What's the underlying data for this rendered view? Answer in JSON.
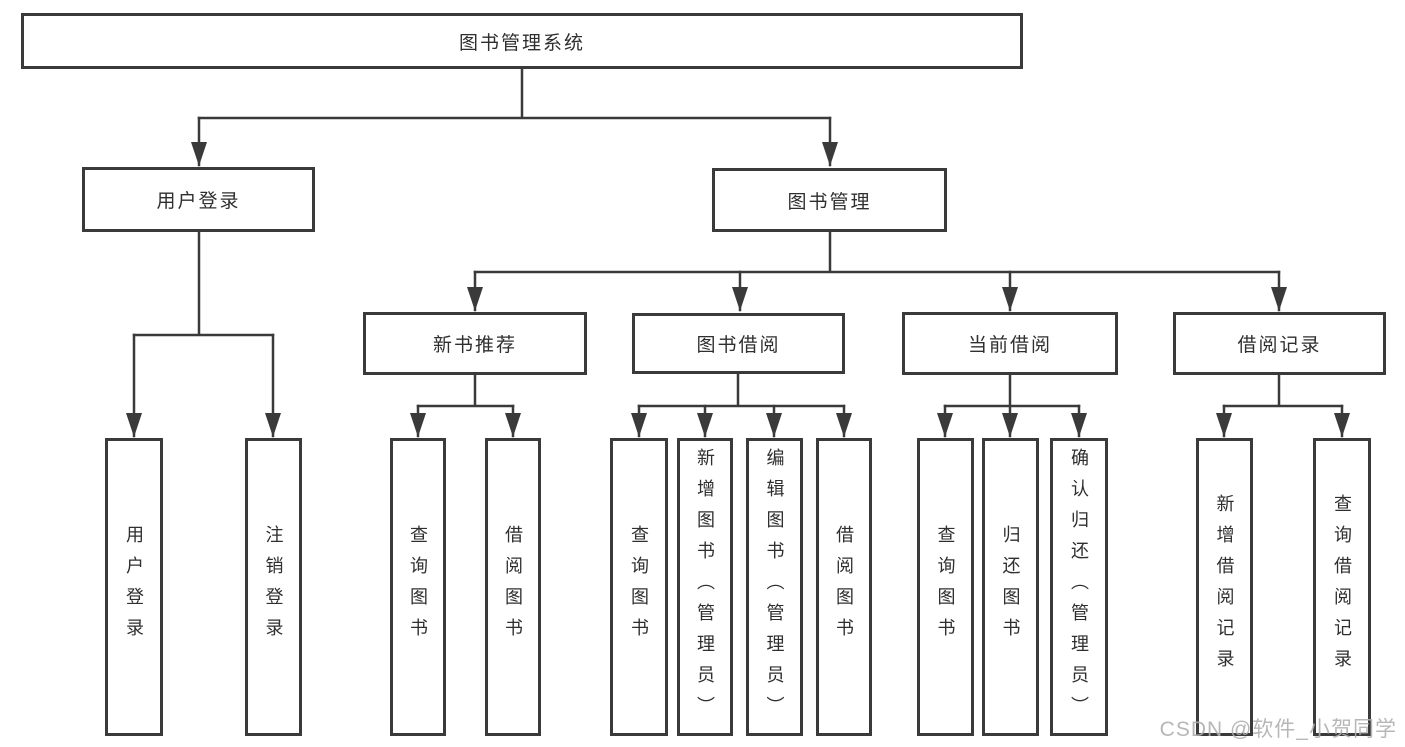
{
  "tree": {
    "root": "图书管理系统",
    "children": [
      {
        "label": "用户登录",
        "children": [
          {
            "label": "用户登录"
          },
          {
            "label": "注销登录"
          }
        ]
      },
      {
        "label": "图书管理",
        "children": [
          {
            "label": "新书推荐",
            "children": [
              {
                "label": "查询图书"
              },
              {
                "label": "借阅图书"
              }
            ]
          },
          {
            "label": "图书借阅",
            "children": [
              {
                "label": "查询图书"
              },
              {
                "label": "新增图书（管理员）"
              },
              {
                "label": "编辑图书（管理员）"
              },
              {
                "label": "借阅图书"
              }
            ]
          },
          {
            "label": "当前借阅",
            "children": [
              {
                "label": "查询图书"
              },
              {
                "label": "归还图书"
              },
              {
                "label": "确认归还（管理员）"
              }
            ]
          },
          {
            "label": "借阅记录",
            "children": [
              {
                "label": "新增借阅记录"
              },
              {
                "label": "查询借阅记录"
              }
            ]
          }
        ]
      }
    ]
  },
  "watermark": {
    "text": "CSDN @软件_小贺同学"
  }
}
